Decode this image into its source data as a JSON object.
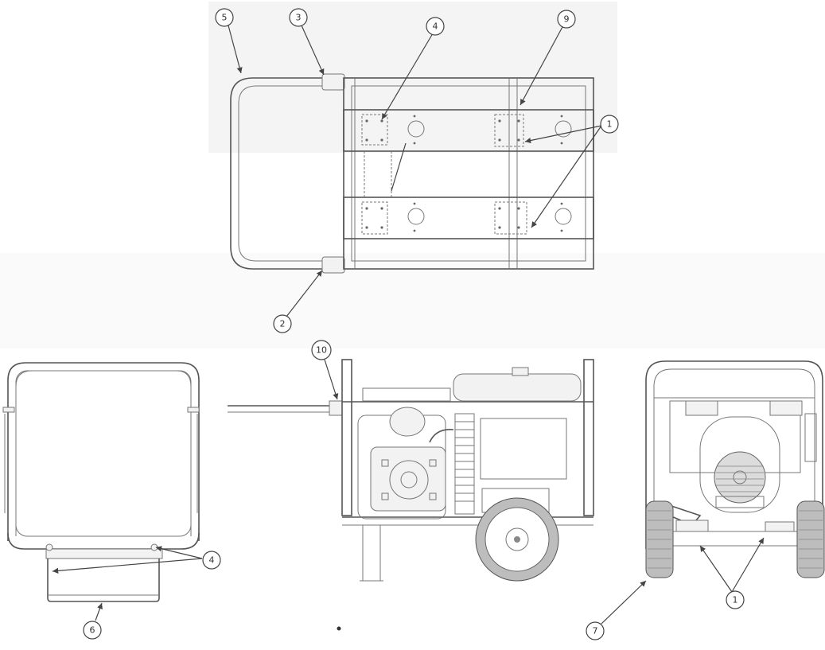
{
  "callouts": {
    "top_5": "5",
    "top_3": "3",
    "top_4": "4",
    "top_9": "9",
    "top_1": "1",
    "top_2": "2",
    "side_10": "10",
    "left_4": "4",
    "left_6": "6",
    "right_1": "1",
    "right_7": "7"
  },
  "colors": {
    "ink": "#555555",
    "band": "#f4f4f4"
  }
}
